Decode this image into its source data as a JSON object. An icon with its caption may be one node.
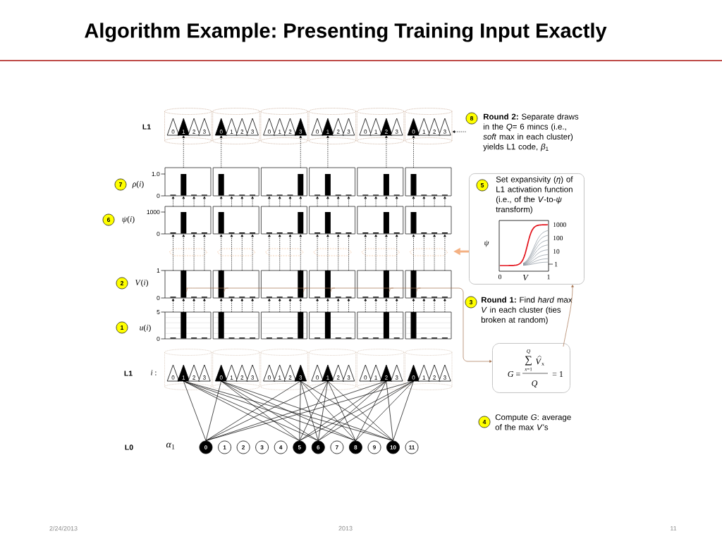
{
  "diagram": {
    "title": "Algorithm Example: Presenting Training Input Exactly",
    "nodes": [
      {
        "text": [],
        "shape": "cylinder"
      },
      {
        "text": [
          "0"
        ],
        "in": 0
      },
      {
        "text": [
          "1"
        ],
        "in": 0
      },
      {
        "text": [
          "2"
        ],
        "in": 0
      },
      {
        "text": [
          "3"
        ],
        "in": 0
      },
      {
        "text": [],
        "shape": "cylinder"
      },
      {
        "text": [
          "0"
        ],
        "in": 5
      },
      {
        "text": [
          "1"
        ],
        "in": 5
      },
      {
        "text": [
          "2"
        ],
        "in": 5
      },
      {
        "text": [
          "3"
        ],
        "in": 5
      },
      {
        "text": [],
        "shape": "cylinder"
      },
      {
        "text": [
          "0"
        ],
        "in": 10
      },
      {
        "text": [
          "1"
        ],
        "in": 10
      },
      {
        "text": [
          "2"
        ],
        "in": 10
      },
      {
        "text": [
          "3"
        ],
        "in": 10
      },
      {
        "text": [],
        "shape": "cylinder"
      },
      {
        "text": [
          "0"
        ],
        "in": 15
      },
      {
        "text": [
          "1"
        ],
        "in": 15
      },
      {
        "text": [
          "2"
        ],
        "in": 15
      },
      {
        "text": [
          "3"
        ],
        "in": 15
      },
      {
        "text": [],
        "shape": "cylinder"
      },
      {
        "text": [
          "0"
        ],
        "in": 20
      },
      {
        "text": [
          "1"
        ],
        "in": 20
      },
      {
        "text": [
          "2"
        ],
        "in": 20
      },
      {
        "text": [
          "3"
        ],
        "in": 20
      },
      {
        "text": [],
        "shape": "cylinder"
      },
      {
        "text": [
          "0"
        ],
        "in": 25
      },
      {
        "text": [
          "1"
        ],
        "in": 25
      },
      {
        "text": [
          "2"
        ],
        "in": 25
      },
      {
        "text": [
          "3"
        ],
        "in": 25
      },
      {
        "text": [
          "8"
        ],
        "beside": [
          "**Round 2:** Separate draws in the *Q*= 6 mincs (i.e., *soft* max in each cluster) yields L1 code, *β*$_{1}$"
        ]
      },
      {
        "text": [
          "7"
        ],
        "beside": [
          "*ρ*(*i*)"
        ]
      },
      {
        "text": [],
        "shape": "box"
      },
      {
        "text": [],
        "shape": "box"
      },
      {
        "text": [],
        "shape": "box"
      },
      {
        "text": [],
        "shape": "box"
      },
      {
        "text": [],
        "shape": "box"
      },
      {
        "text": [],
        "shape": "box"
      },
      {
        "text": [
          "Set expansivity (*η*) of L1 activation function (i.e., of the *V*-to-*ψ* transform)"
        ]
      },
      {
        "text": [
          "5"
        ],
        "in": 38
      },
      {
        "text": [
          "6"
        ],
        "beside": [
          "*ψ*(*i*)"
        ]
      },
      {
        "text": [],
        "shape": "box"
      },
      {
        "text": [],
        "shape": "box"
      },
      {
        "text": [],
        "shape": "box"
      },
      {
        "text": [],
        "shape": "box"
      },
      {
        "text": [],
        "shape": "box"
      },
      {
        "text": [],
        "shape": "box"
      },
      {
        "text": [
          "2"
        ],
        "beside": [
          "*V*(*i*)"
        ]
      },
      {
        "text": [],
        "shape": "box"
      },
      {
        "text": [],
        "shape": "box"
      },
      {
        "text": [],
        "shape": "box"
      },
      {
        "text": [],
        "shape": "box"
      },
      {
        "text": [],
        "shape": "box"
      },
      {
        "text": [],
        "shape": "box"
      },
      {
        "text": [
          "3"
        ],
        "beside": [
          "**Round 1:** Find *hard* max *V* in each cluster (ties broken at random)"
        ]
      },
      {
        "text": [
          "1"
        ],
        "beside": [
          "*u*(*i*)"
        ]
      },
      {
        "text": [],
        "shape": "box"
      },
      {
        "text": [],
        "shape": "box"
      },
      {
        "text": [],
        "shape": "box"
      },
      {
        "text": [],
        "shape": "box"
      },
      {
        "text": [],
        "shape": "box"
      },
      {
        "text": [],
        "shape": "box"
      },
      {
        "text": [
          "*G* =",
          "Q",
          "∑",
          "*x*=1",
          "*V*$_{x}$",
          "Q",
          "= 1"
        ]
      },
      {
        "text": [],
        "shape": "cylinder"
      },
      {
        "text": [
          "0"
        ],
        "in": 63
      },
      {
        "text": [
          "1"
        ],
        "in": 63
      },
      {
        "text": [
          "2"
        ],
        "in": 63
      },
      {
        "text": [
          "3"
        ],
        "in": 63
      },
      {
        "text": [],
        "shape": "cylinder"
      },
      {
        "text": [
          "0"
        ],
        "in": 68
      },
      {
        "text": [
          "1"
        ],
        "in": 68
      },
      {
        "text": [
          "2"
        ],
        "in": 68
      },
      {
        "text": [
          "3"
        ],
        "in": 68
      },
      {
        "text": [],
        "shape": "cylinder"
      },
      {
        "text": [
          "0"
        ],
        "in": 73
      },
      {
        "text": [
          "1"
        ],
        "in": 73
      },
      {
        "text": [
          "2"
        ],
        "in": 73
      },
      {
        "text": [
          "3"
        ],
        "in": 73
      },
      {
        "text": [],
        "shape": "cylinder"
      },
      {
        "text": [
          "0"
        ],
        "in": 78
      },
      {
        "text": [
          "1"
        ],
        "in": 78
      },
      {
        "text": [
          "2"
        ],
        "in": 78
      },
      {
        "text": [
          "3"
        ],
        "in": 78
      },
      {
        "text": [],
        "shape": "cylinder"
      },
      {
        "text": [
          "0"
        ],
        "in": 83
      },
      {
        "text": [
          "1"
        ],
        "in": 83
      },
      {
        "text": [
          "2"
        ],
        "in": 83
      },
      {
        "text": [
          "3"
        ],
        "in": 83
      },
      {
        "text": [],
        "shape": "cylinder"
      },
      {
        "text": [
          "0"
        ],
        "in": 88
      },
      {
        "text": [
          "1"
        ],
        "in": 88
      },
      {
        "text": [
          "2"
        ],
        "in": 88
      },
      {
        "text": [
          "3"
        ],
        "in": 88
      },
      {
        "text": [
          "4"
        ],
        "beside": [
          "Compute *G*: average of the max *V*’s"
        ]
      },
      {
        "text": [
          "0"
        ]
      },
      {
        "text": [
          "1"
        ]
      },
      {
        "text": [
          "2"
        ]
      },
      {
        "text": [
          "3"
        ]
      },
      {
        "text": [
          "4"
        ]
      },
      {
        "text": [
          "5"
        ]
      },
      {
        "text": [
          "6"
        ]
      },
      {
        "text": [
          "7"
        ]
      },
      {
        "text": [
          "8"
        ]
      },
      {
        "text": [
          "9"
        ]
      },
      {
        "text": [
          "10"
        ]
      },
      {
        "text": [
          "11"
        ]
      }
    ],
    "edges": [
      {
        "from": 94,
        "to": 65,
        "arrow": "none"
      },
      {
        "from": 99,
        "to": 65,
        "arrow": "none"
      },
      {
        "from": 100,
        "to": 65,
        "arrow": "none"
      },
      {
        "from": 102,
        "to": 65,
        "arrow": "none"
      },
      {
        "from": 104,
        "to": 65,
        "arrow": "none"
      },
      {
        "from": 94,
        "to": 69,
        "arrow": "none"
      },
      {
        "from": 99,
        "to": 69,
        "arrow": "none"
      },
      {
        "from": 100,
        "to": 69,
        "arrow": "none"
      },
      {
        "from": 102,
        "to": 69,
        "arrow": "none"
      },
      {
        "from": 104,
        "to": 69,
        "arrow": "none"
      },
      {
        "from": 94,
        "to": 77,
        "arrow": "none"
      },
      {
        "from": 99,
        "to": 77,
        "arrow": "none"
      },
      {
        "from": 100,
        "to": 77,
        "arrow": "none"
      },
      {
        "from": 102,
        "to": 77,
        "arrow": "none"
      },
      {
        "from": 104,
        "to": 77,
        "arrow": "none"
      },
      {
        "from": 94,
        "to": 80,
        "arrow": "none"
      },
      {
        "from": 99,
        "to": 80,
        "arrow": "none"
      },
      {
        "from": 100,
        "to": 80,
        "arrow": "none"
      },
      {
        "from": 102,
        "to": 80,
        "arrow": "none"
      },
      {
        "from": 104,
        "to": 80,
        "arrow": "none"
      },
      {
        "from": 94,
        "to": 86,
        "arrow": "none"
      },
      {
        "from": 99,
        "to": 86,
        "arrow": "none"
      },
      {
        "from": 100,
        "to": 86,
        "arrow": "none"
      },
      {
        "from": 102,
        "to": 86,
        "arrow": "none"
      },
      {
        "from": 104,
        "to": 86,
        "arrow": "none"
      },
      {
        "from": 94,
        "to": 89,
        "arrow": "none"
      },
      {
        "from": 99,
        "to": 89,
        "arrow": "none"
      },
      {
        "from": 100,
        "to": 89,
        "arrow": "none"
      },
      {
        "from": 102,
        "to": 89,
        "arrow": "none"
      },
      {
        "from": 104,
        "to": 89,
        "arrow": "none"
      },
      {
        "from": 56,
        "to": 48,
        "arrow": "to",
        "style": "dashed"
      },
      {
        "from": 56,
        "to": 48,
        "arrow": "to",
        "style": "dashed"
      },
      {
        "from": 56,
        "to": 48,
        "arrow": "to",
        "style": "dashed"
      },
      {
        "from": 56,
        "to": 48,
        "arrow": "to",
        "style": "dashed"
      },
      {
        "from": 57,
        "to": 49,
        "arrow": "to",
        "style": "dashed"
      },
      {
        "from": 57,
        "to": 49,
        "arrow": "to",
        "style": "dashed"
      },
      {
        "from": 57,
        "to": 49,
        "arrow": "to",
        "style": "dashed"
      },
      {
        "from": 57,
        "to": 49,
        "arrow": "to",
        "style": "dashed"
      },
      {
        "from": 58,
        "to": 50,
        "arrow": "to",
        "style": "dashed"
      },
      {
        "from": 58,
        "to": 50,
        "arrow": "to",
        "style": "dashed"
      },
      {
        "from": 58,
        "to": 50,
        "arrow": "to",
        "style": "dashed"
      },
      {
        "from": 58,
        "to": 50,
        "arrow": "to",
        "style": "dashed"
      },
      {
        "from": 59,
        "to": 51,
        "arrow": "to",
        "style": "dashed"
      },
      {
        "from": 59,
        "to": 51,
        "arrow": "to",
        "style": "dashed"
      },
      {
        "from": 59,
        "to": 51,
        "arrow": "to",
        "style": "dashed"
      },
      {
        "from": 59,
        "to": 51,
        "arrow": "to",
        "style": "dashed"
      },
      {
        "from": 60,
        "to": 52,
        "arrow": "to",
        "style": "dashed"
      },
      {
        "from": 60,
        "to": 52,
        "arrow": "to",
        "style": "dashed"
      },
      {
        "from": 60,
        "to": 52,
        "arrow": "to",
        "style": "dashed"
      },
      {
        "from": 60,
        "to": 52,
        "arrow": "to",
        "style": "dashed"
      },
      {
        "from": 61,
        "to": 53,
        "arrow": "to",
        "style": "dashed"
      },
      {
        "from": 61,
        "to": 53,
        "arrow": "to",
        "style": "dashed"
      },
      {
        "from": 61,
        "to": 53,
        "arrow": "to",
        "style": "dashed"
      },
      {
        "from": 61,
        "to": 53,
        "arrow": "to",
        "style": "dashed"
      },
      {
        "from": 48,
        "to": 41,
        "arrow": "to",
        "style": "dashed"
      },
      {
        "from": 48,
        "to": 41,
        "arrow": "to",
        "style": "dashed"
      },
      {
        "from": 48,
        "to": 41,
        "arrow": "to",
        "style": "dashed"
      },
      {
        "from": 48,
        "to": 41,
        "arrow": "to",
        "style": "dashed"
      },
      {
        "from": 49,
        "to": 42,
        "arrow": "to",
        "style": "dashed"
      },
      {
        "from": 49,
        "to": 42,
        "arrow": "to",
        "style": "dashed"
      },
      {
        "from": 49,
        "to": 42,
        "arrow": "to",
        "style": "dashed"
      },
      {
        "from": 49,
        "to": 42,
        "arrow": "to",
        "style": "dashed"
      },
      {
        "from": 50,
        "to": 43,
        "arrow": "to",
        "style": "dashed"
      },
      {
        "from": 50,
        "to": 43,
        "arrow": "to",
        "style": "dashed"
      },
      {
        "from": 50,
        "to": 43,
        "arrow": "to",
        "style": "dashed"
      },
      {
        "from": 50,
        "to": 43,
        "arrow": "to",
        "style": "dashed"
      },
      {
        "from": 51,
        "to": 44,
        "arrow": "to",
        "style": "dashed"
      },
      {
        "from": 51,
        "to": 44,
        "arrow": "to",
        "style": "dashed"
      },
      {
        "from": 51,
        "to": 44,
        "arrow": "to",
        "style": "dashed"
      },
      {
        "from": 51,
        "to": 44,
        "arrow": "to",
        "style": "dashed"
      },
      {
        "from": 52,
        "to": 45,
        "arrow": "to",
        "style": "dashed"
      },
      {
        "from": 52,
        "to": 45,
        "arrow": "to",
        "style": "dashed"
      },
      {
        "from": 52,
        "to": 45,
        "arrow": "to",
        "style": "dashed"
      },
      {
        "from": 52,
        "to": 45,
        "arrow": "to",
        "style": "dashed"
      },
      {
        "from": 53,
        "to": 46,
        "arrow": "to",
        "style": "dashed"
      },
      {
        "from": 53,
        "to": 46,
        "arrow": "to",
        "style": "dashed"
      },
      {
        "from": 53,
        "to": 46,
        "arrow": "to",
        "style": "dashed"
      },
      {
        "from": 53,
        "to": 46,
        "arrow": "to",
        "style": "dashed"
      },
      {
        "from": 41,
        "to": 32,
        "arrow": "to",
        "style": "dashed"
      },
      {
        "from": 41,
        "to": 32,
        "arrow": "to",
        "style": "dashed"
      },
      {
        "from": 41,
        "to": 32,
        "arrow": "to",
        "style": "dashed"
      },
      {
        "from": 41,
        "to": 32,
        "arrow": "to",
        "style": "dashed"
      },
      {
        "from": 42,
        "to": 33,
        "arrow": "to",
        "style": "dashed"
      },
      {
        "from": 42,
        "to": 33,
        "arrow": "to",
        "style": "dashed"
      },
      {
        "from": 42,
        "to": 33,
        "arrow": "to",
        "style": "dashed"
      },
      {
        "from": 42,
        "to": 33,
        "arrow": "to",
        "style": "dashed"
      },
      {
        "from": 43,
        "to": 34,
        "arrow": "to",
        "style": "dashed"
      },
      {
        "from": 43,
        "to": 34,
        "arrow": "to",
        "style": "dashed"
      },
      {
        "from": 43,
        "to": 34,
        "arrow": "to",
        "style": "dashed"
      },
      {
        "from": 43,
        "to": 34,
        "arrow": "to",
        "style": "dashed"
      },
      {
        "from": 44,
        "to": 35,
        "arrow": "to",
        "style": "dashed"
      },
      {
        "from": 44,
        "to": 35,
        "arrow": "to",
        "style": "dashed"
      },
      {
        "from": 44,
        "to": 35,
        "arrow": "to",
        "style": "dashed"
      },
      {
        "from": 44,
        "to": 35,
        "arrow": "to",
        "style": "dashed"
      },
      {
        "from": 45,
        "to": 36,
        "arrow": "to",
        "style": "dashed"
      },
      {
        "from": 45,
        "to": 36,
        "arrow": "to",
        "style": "dashed"
      },
      {
        "from": 45,
        "to": 36,
        "arrow": "to",
        "style": "dashed"
      },
      {
        "from": 45,
        "to": 36,
        "arrow": "to",
        "style": "dashed"
      },
      {
        "from": 46,
        "to": 37,
        "arrow": "to",
        "style": "dashed"
      },
      {
        "from": 46,
        "to": 37,
        "arrow": "to",
        "style": "dashed"
      },
      {
        "from": 46,
        "to": 37,
        "arrow": "to",
        "style": "dashed"
      },
      {
        "from": 46,
        "to": 37,
        "arrow": "to",
        "style": "dashed"
      },
      {
        "from": 32,
        "to": 2,
        "arrow": "to",
        "style": "dashed"
      },
      {
        "from": 33,
        "to": 6,
        "arrow": "to",
        "style": "dashed"
      },
      {
        "from": 34,
        "to": 14,
        "arrow": "to",
        "style": "dashed"
      },
      {
        "from": 35,
        "to": 17,
        "arrow": "to",
        "style": "dashed"
      },
      {
        "from": 36,
        "to": 23,
        "arrow": "to",
        "style": "dashed"
      },
      {
        "from": 37,
        "to": 26,
        "arrow": "to",
        "style": "dashed"
      },
      {
        "from": 30,
        "to": 25,
        "arrow": "to",
        "style": "dashed"
      },
      {
        "from": 38,
        "to": null,
        "arrow": "to",
        "style": "thick",
        "color": "#f4b183"
      },
      {
        "from": 48,
        "to": 62,
        "arrow": "to",
        "color": "#a5714e"
      },
      {
        "from": 49,
        "to": 62,
        "arrow": "to",
        "color": "#a5714e"
      },
      {
        "from": 50,
        "to": 62,
        "arrow": "to",
        "color": "#a5714e"
      },
      {
        "from": 51,
        "to": 62,
        "arrow": "to",
        "color": "#a5714e"
      },
      {
        "from": 52,
        "to": 62,
        "arrow": "to",
        "color": "#a5714e"
      },
      {
        "from": 53,
        "to": 62,
        "arrow": "to",
        "color": "#a5714e"
      },
      {
        "from": 62,
        "to": 38,
        "arrow": "to",
        "color": "#a5714e"
      }
    ],
    "labels": [
      "L1",
      "1.0",
      "0",
      "1000",
      "0",
      "1000",
      "100",
      "ψ",
      "10",
      "1",
      "0",
      "V",
      "1",
      "1",
      "0",
      "5",
      "0",
      "L1",
      "*i* :",
      "L0",
      "*α*$_{1}$",
      "2/24/2013",
      "2013",
      "11"
    ]
  }
}
